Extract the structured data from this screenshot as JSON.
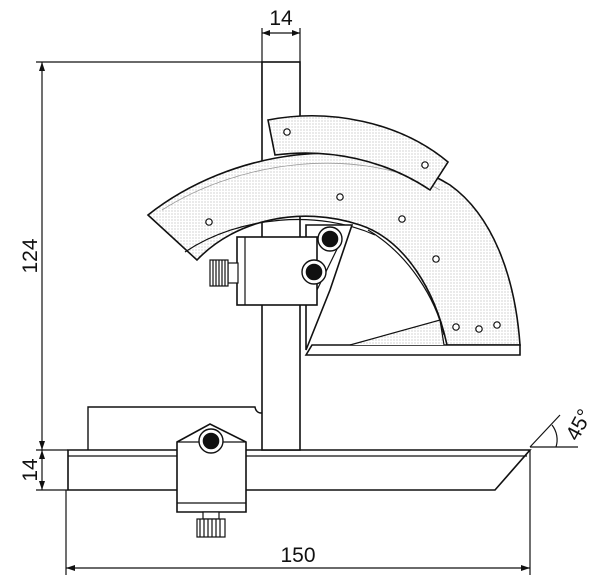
{
  "dimensions": {
    "top_width": "14",
    "height_total": "124",
    "base_thickness": "14",
    "base_length": "150",
    "bevel_angle": "45°"
  },
  "colors": {
    "line": "#111111",
    "fill": "#ffffff",
    "hatch": "#9a9a9a"
  }
}
